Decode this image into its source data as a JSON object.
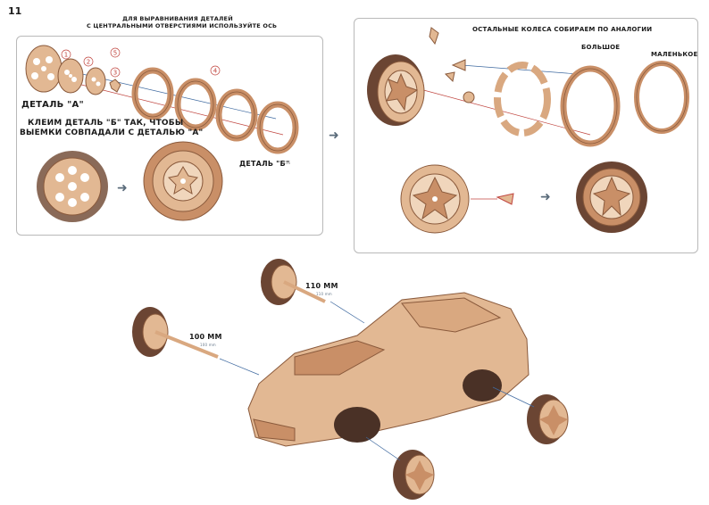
{
  "page_number": "11",
  "left_panel": {
    "instruction_line1": "ДЛЯ ВЫРАВНИВАНИЯ ДЕТАЛЕЙ",
    "instruction_line2": "С ЦЕНТРАЛЬНЫМИ ОТВЕРСТИЯМИ ИСПОЛЬЗУЙТЕ ОСЬ",
    "step_numbers": [
      "1",
      "2",
      "3",
      "4",
      "5"
    ],
    "part_a_label": "ДЕТАЛЬ \"А\"",
    "part_b_label": "ДЕТАЛЬ \"Б\"",
    "part_b_small": "x16",
    "glue_line1": "КЛЕИМ ДЕТАЛЬ \"Б\" ТАК, ЧТОБЫ",
    "glue_line2": "ВЫЕМКИ СОВПАДАЛИ С ДЕТАЛЬЮ \"А\""
  },
  "right_panel": {
    "title": "ОСТАЛЬНЫЕ КОЛЕСА СОБИРАЕМ ПО АНАЛОГИИ",
    "big_label": "БОЛЬШОЕ",
    "small_label": "МАЛЕНЬКОЕ"
  },
  "car": {
    "axle_rear_label": "110 ММ",
    "axle_rear_small": "110 mm",
    "axle_front_label": "100 ММ",
    "axle_front_small": "100 mm"
  },
  "colors": {
    "wood": "#e2b893",
    "wood_dark": "#c98f67",
    "rubber": "#6b4533",
    "panel_border": "#b9b9b9",
    "arrow": "#3f6aa0",
    "step_circle": "#c0453f"
  }
}
